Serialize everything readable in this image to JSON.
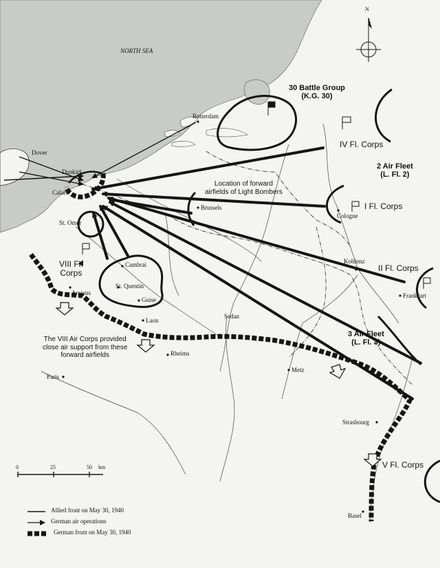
{
  "sea": {
    "label": "NORTH SEA"
  },
  "compass": {
    "north": "N"
  },
  "cities": {
    "dover": "Dover",
    "dunkirk": "Dunkirk",
    "calais": "Calais",
    "rotterdam": "Rotterdam",
    "st_omer": "St. Omer",
    "cambrai": "Cambrai",
    "st_quentin": "St. Quentin",
    "guise": "Guise",
    "amiens": "Amiens",
    "laon": "Laon",
    "sedan": "Sedan",
    "rheims": "Rheims",
    "paris": "Paris",
    "brussels": "Brussels",
    "cologne": "Cologne",
    "koblenz": "Koblenz",
    "frankfurt": "Frankfurt",
    "metz": "Metz",
    "strasbourg": "Strasbourg",
    "basel": "Basel"
  },
  "units": {
    "battle_group_line1": "30 Battle Group",
    "battle_group_line2": "(K.G. 30)",
    "iv_corps": "IV Fl. Corps",
    "air_fleet_2_line1": "2 Air Fleet",
    "air_fleet_2_line2": "(L. Fl. 2)",
    "i_corps": "I Fl. Corps",
    "ii_corps": "II Fl. Corps",
    "viii_corps_line1": "VIII Fl.",
    "viii_corps_line2": "Corps",
    "air_fleet_3_line1": "3 Air Fleet",
    "air_fleet_3_line2": "(L. Fl. 3)",
    "v_corps": "V Fl. Corps"
  },
  "notes": {
    "forward_line1": "Location of forward",
    "forward_line2": "airfields of Light Bombers",
    "viii_line1": "The VIII Air Corps provided",
    "viii_line2": "close air support from these",
    "viii_line3": "forward airfields"
  },
  "scale": {
    "t0": "0",
    "t1": "25",
    "t2": "50",
    "unit": "km"
  },
  "legend": {
    "allied_front": "Allied front on May 30, 1940",
    "air_ops": "German air operations",
    "german_front": "German front on May 30, 1940"
  },
  "colors": {
    "sea": "#c9cbc9",
    "ink": "#141414",
    "land": "#f4f4f2"
  }
}
